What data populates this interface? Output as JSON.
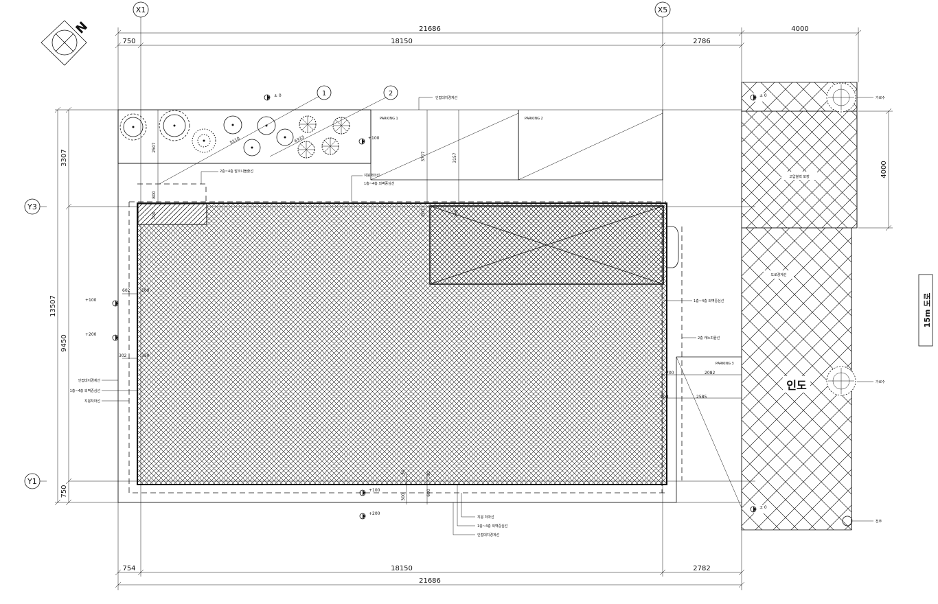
{
  "grid_labels": {
    "x1": "X1",
    "x5": "X5",
    "y3": "Y3",
    "y1": "Y1"
  },
  "north_label": "N",
  "top_dims": {
    "overall": "21686",
    "left": "750",
    "middle": "18150",
    "right": "2786",
    "road": "4000"
  },
  "bottom_dims": {
    "left": "754",
    "middle": "18150",
    "right": "2782",
    "overall": "21686"
  },
  "left_dims": {
    "top": "3307",
    "overall": "13507",
    "mid": "9450",
    "bottom": "750"
  },
  "right_dims": {
    "block": "4000"
  },
  "local_dims": {
    "d2507": "2507",
    "d3707": "3707",
    "d3157": "3157",
    "d800": "800",
    "d100a": "100",
    "d200a": "200",
    "d150": "150",
    "d602": "602",
    "d100b": "100",
    "d302": "302",
    "d350": "350",
    "d700": "700",
    "d2082": "2082",
    "d200b": "200",
    "d2585": "2585",
    "d5110": "5110",
    "d6333": "6333",
    "d1b": "30",
    "d2b": "30",
    "d300": "300",
    "d600": "600"
  },
  "levels": {
    "top": "± 0",
    "garden": "+100",
    "left_1": "+100",
    "left_2": "+200",
    "bottom_1": "+100",
    "bottom_2": "+200",
    "road_top": "± 0",
    "road_bottom": "± 0"
  },
  "callouts": {
    "c1": "1",
    "c2": "2"
  },
  "parking": {
    "p1": "PARKING 1",
    "p2": "PARKING 2",
    "p3": "PARKING 3"
  },
  "notes": {
    "setback_top": "인접대지경계선",
    "balcony": "2층~4층 발코니돌출선",
    "roof_edge_top": "지붕처마선",
    "wall_top": "1층~4층 외벽중심선",
    "wall_right": "1층~4층 외벽중심선",
    "canopy": "2층 캐노피끝선",
    "left_setback": "인접대지경계선",
    "left_wall": "1층~4층 외벽중심선",
    "left_roof": "지붕처마선",
    "bottom_roof": "지붕 처마선",
    "bottom_wall": "1층~4층 외벽중심선",
    "bottom_setback": "인접대지경계선",
    "block_paving": "고압블럭 포장",
    "road_boundary": "도로경계선",
    "sidewalk": "인도",
    "street_tree_1": "가로수",
    "street_tree_2": "가로수",
    "pole": "전주",
    "road_name": "15m 도로"
  }
}
